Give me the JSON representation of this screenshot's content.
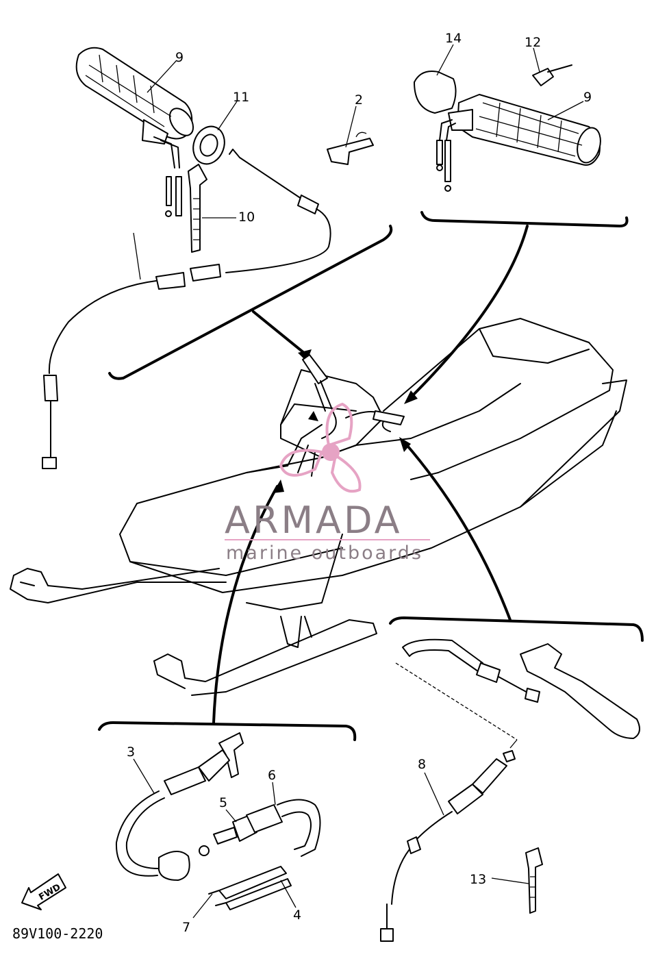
{
  "callouts": {
    "c9a": "9",
    "c11": "11",
    "c2": "2",
    "c10": "10",
    "c14": "14",
    "c12": "12",
    "c9b": "9",
    "c3": "3",
    "c6": "6",
    "c5": "5",
    "c7": "7",
    "c4": "4",
    "c8": "8",
    "c13": "13"
  },
  "watermark": {
    "title": "ARMADA",
    "subtitle": "marine outboards",
    "logo_icon": "propeller-icon",
    "accent_color": "#e6a3c4"
  },
  "footer": {
    "diagram_code": "89V100-2220",
    "fwd_label": "FWD",
    "fwd_icon": "arrow-down-left-icon"
  }
}
